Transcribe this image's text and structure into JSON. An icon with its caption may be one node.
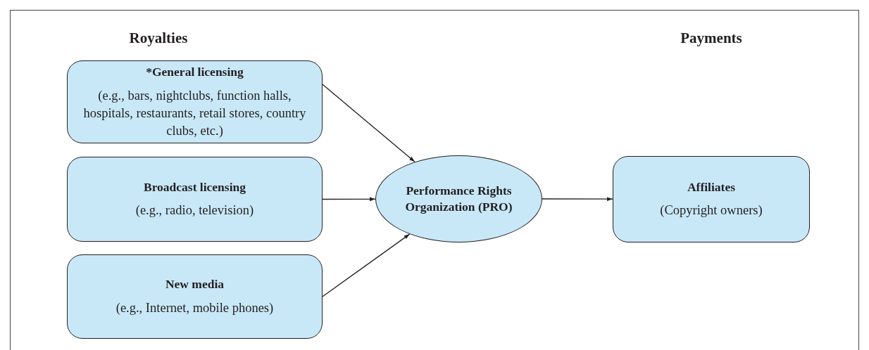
{
  "diagram": {
    "nodes": [
      {
        "text": [
          "*General licensing",
          "(e.g., bars, nightclubs, function halls, hospitals, restaurants, retail stores, country clubs, etc.)"
        ]
      },
      {
        "text": [
          "Broadcast licensing",
          "(e.g., radio, television)"
        ]
      },
      {
        "text": [
          "New media",
          "(e.g., Internet, mobile phones)"
        ]
      },
      {
        "text": [
          "Performance Rights Organization (PRO)"
        ]
      },
      {
        "text": [
          "Affiliates",
          "(Copyright owners)"
        ]
      }
    ],
    "edges": [
      {
        "from": 0,
        "to": 3,
        "arrow": "to"
      },
      {
        "from": 1,
        "to": 3,
        "arrow": "to"
      },
      {
        "from": 2,
        "to": 3,
        "arrow": "to"
      },
      {
        "from": 3,
        "to": 4,
        "arrow": "to"
      }
    ],
    "labels": [
      "Royalties",
      "Payments"
    ]
  }
}
